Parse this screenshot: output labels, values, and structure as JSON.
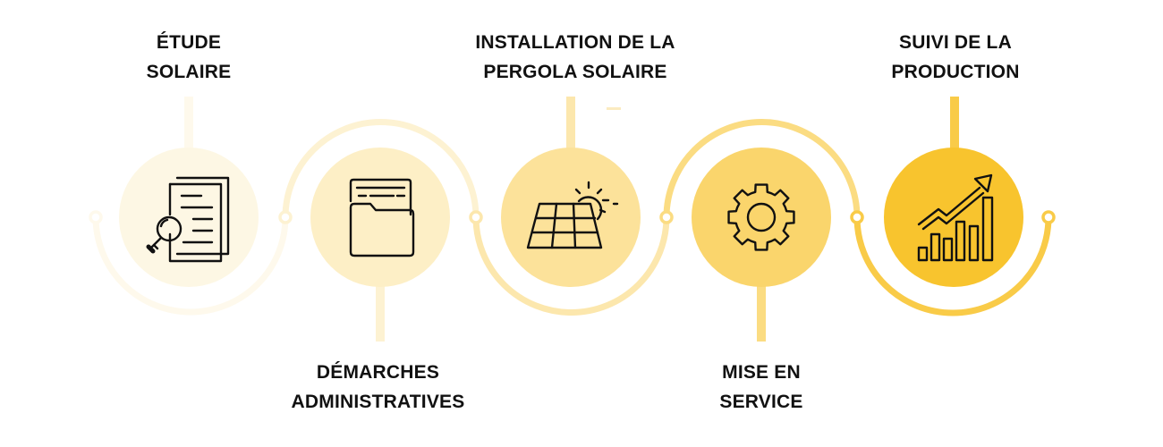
{
  "steps": [
    {
      "title_lines": [
        "ÉTUDE",
        "SOLAIRE"
      ],
      "icon": "document-search-icon",
      "color": "#FDF7E4"
    },
    {
      "title_lines": [
        "DÉMARCHES",
        "ADMINISTRATIVES"
      ],
      "icon": "folder-icon",
      "color": "#FDEFC6"
    },
    {
      "title_lines": [
        "INSTALLATION DE LA",
        "PERGOLA SOLAIRE"
      ],
      "icon": "solar-panel-sun-icon",
      "color": "#FCE29A"
    },
    {
      "title_lines": [
        "MISE EN",
        "SERVICE"
      ],
      "icon": "gear-icon",
      "color": "#FAD56C"
    },
    {
      "title_lines": [
        "SUIVI DE LA",
        "PRODUCTION"
      ],
      "icon": "growth-chart-icon",
      "color": "#F8C42E"
    }
  ],
  "connector_colors": [
    "#FEF9EC",
    "#FDF2D2",
    "#FCE7AD",
    "#FBDC82",
    "#F9CB48"
  ]
}
